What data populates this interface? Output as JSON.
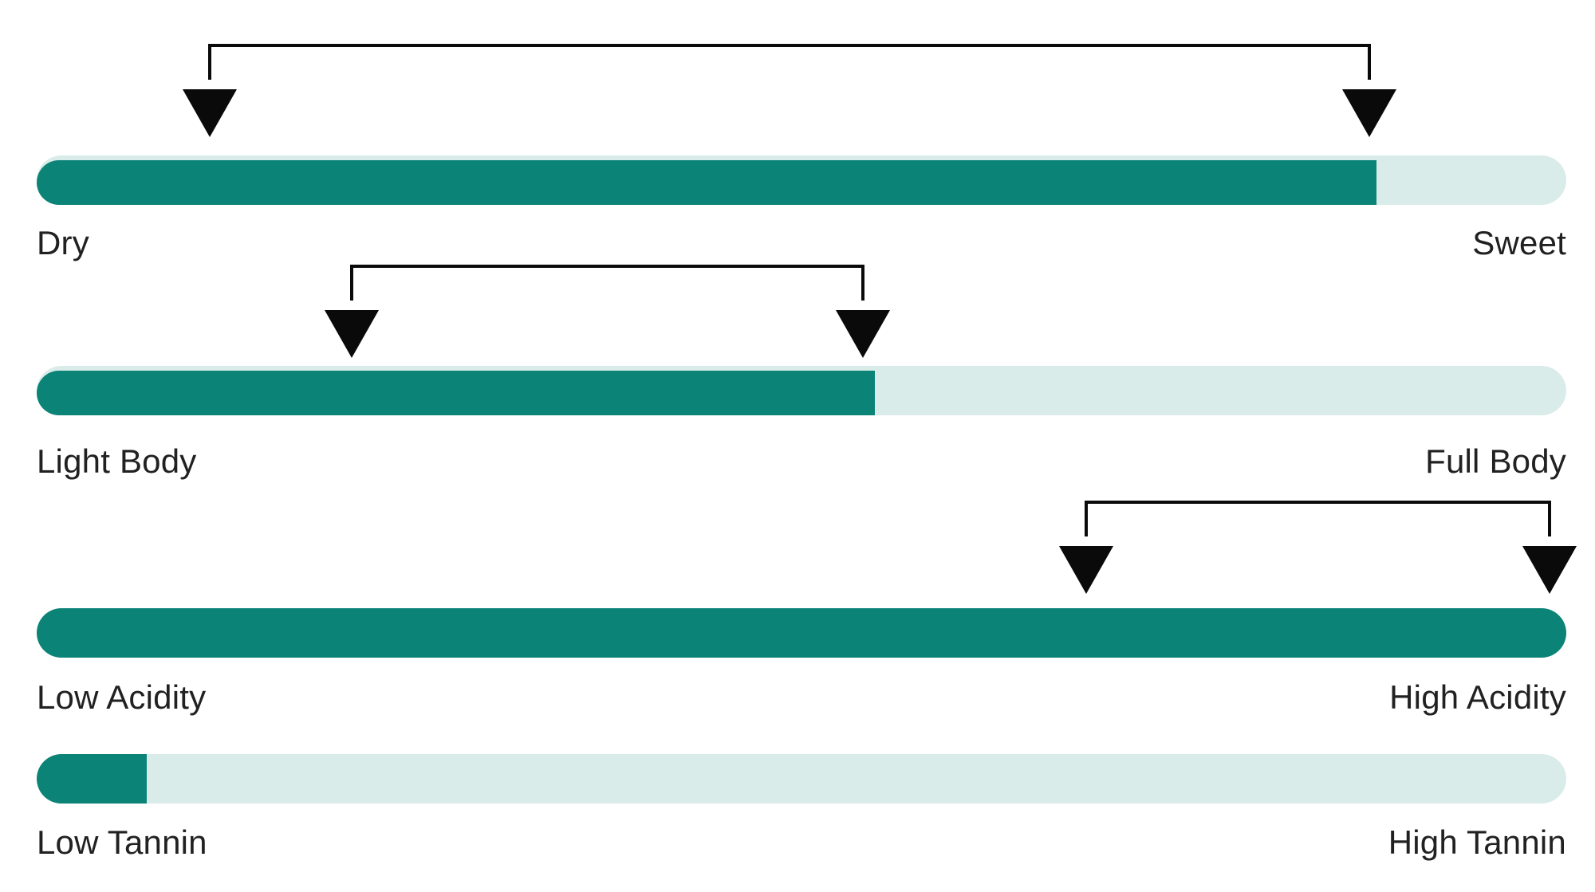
{
  "chart_data": {
    "type": "bar",
    "subtype": "wine-taste-profile-sliders",
    "title": "",
    "legend": false,
    "grid": false,
    "colors": {
      "fill": "#0B8477",
      "track": "#DAECE9",
      "marker": "#0A0A0A",
      "label_text": "#212121",
      "background": "#FFFFFF"
    },
    "axis_range_percent": [
      0,
      100
    ],
    "bars": [
      {
        "left_label": "Dry",
        "right_label": "Sweet",
        "fill_percent": 87.6,
        "range_marker_percent": [
          11.3,
          87.1
        ]
      },
      {
        "left_label": "Light Body",
        "right_label": "Full Body",
        "fill_percent": 54.8,
        "range_marker_percent": [
          20.6,
          54.0
        ]
      },
      {
        "left_label": "Low Acidity",
        "right_label": "High Acidity",
        "fill_percent": 100,
        "range_marker_percent": [
          68.6,
          98.9
        ]
      },
      {
        "left_label": "Low Tannin",
        "right_label": "High Tannin",
        "fill_percent": 7.2,
        "range_marker_percent": null
      }
    ]
  }
}
